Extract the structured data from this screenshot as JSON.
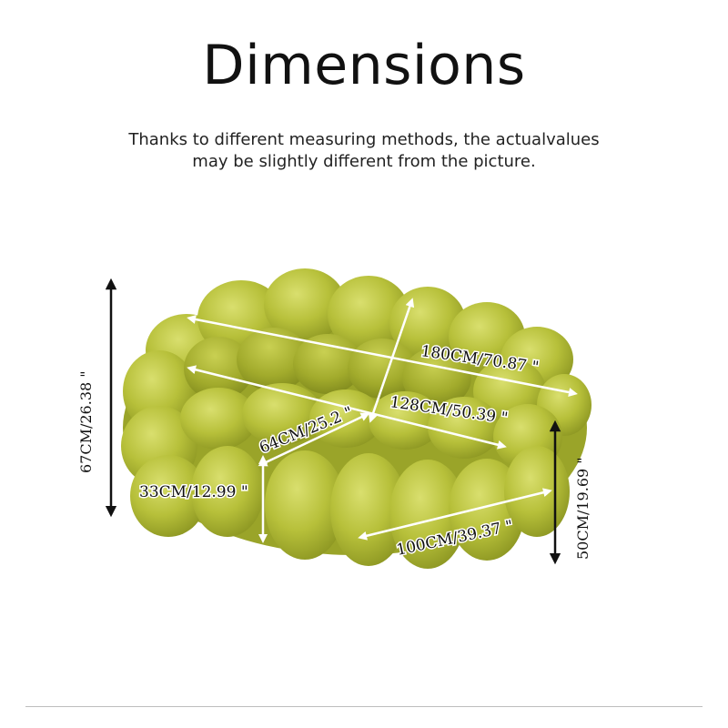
{
  "header": {
    "title": "Dimensions",
    "disclaimer_line1": "Thanks to different measuring methods, the actualvalues",
    "disclaimer_line2": "may be slightly different from the picture."
  },
  "dimensions": {
    "total_height": "67CM/26.38 \"",
    "total_width": "180CM/70.87 \"",
    "seat_width": "128CM/50.39 \"",
    "seat_depth": "64CM/25.2 \"",
    "seat_height": "33CM/12.99 \"",
    "front_width": "100CM/39.37 \"",
    "arm_height": "50CM/19.69 \""
  },
  "colors": {
    "sofa_main": "#b9c23a",
    "sofa_shadow": "#8f9a22",
    "sofa_highlight": "#d6dc6a",
    "arrow_black": "#111111",
    "arrow_white": "#ffffff"
  }
}
